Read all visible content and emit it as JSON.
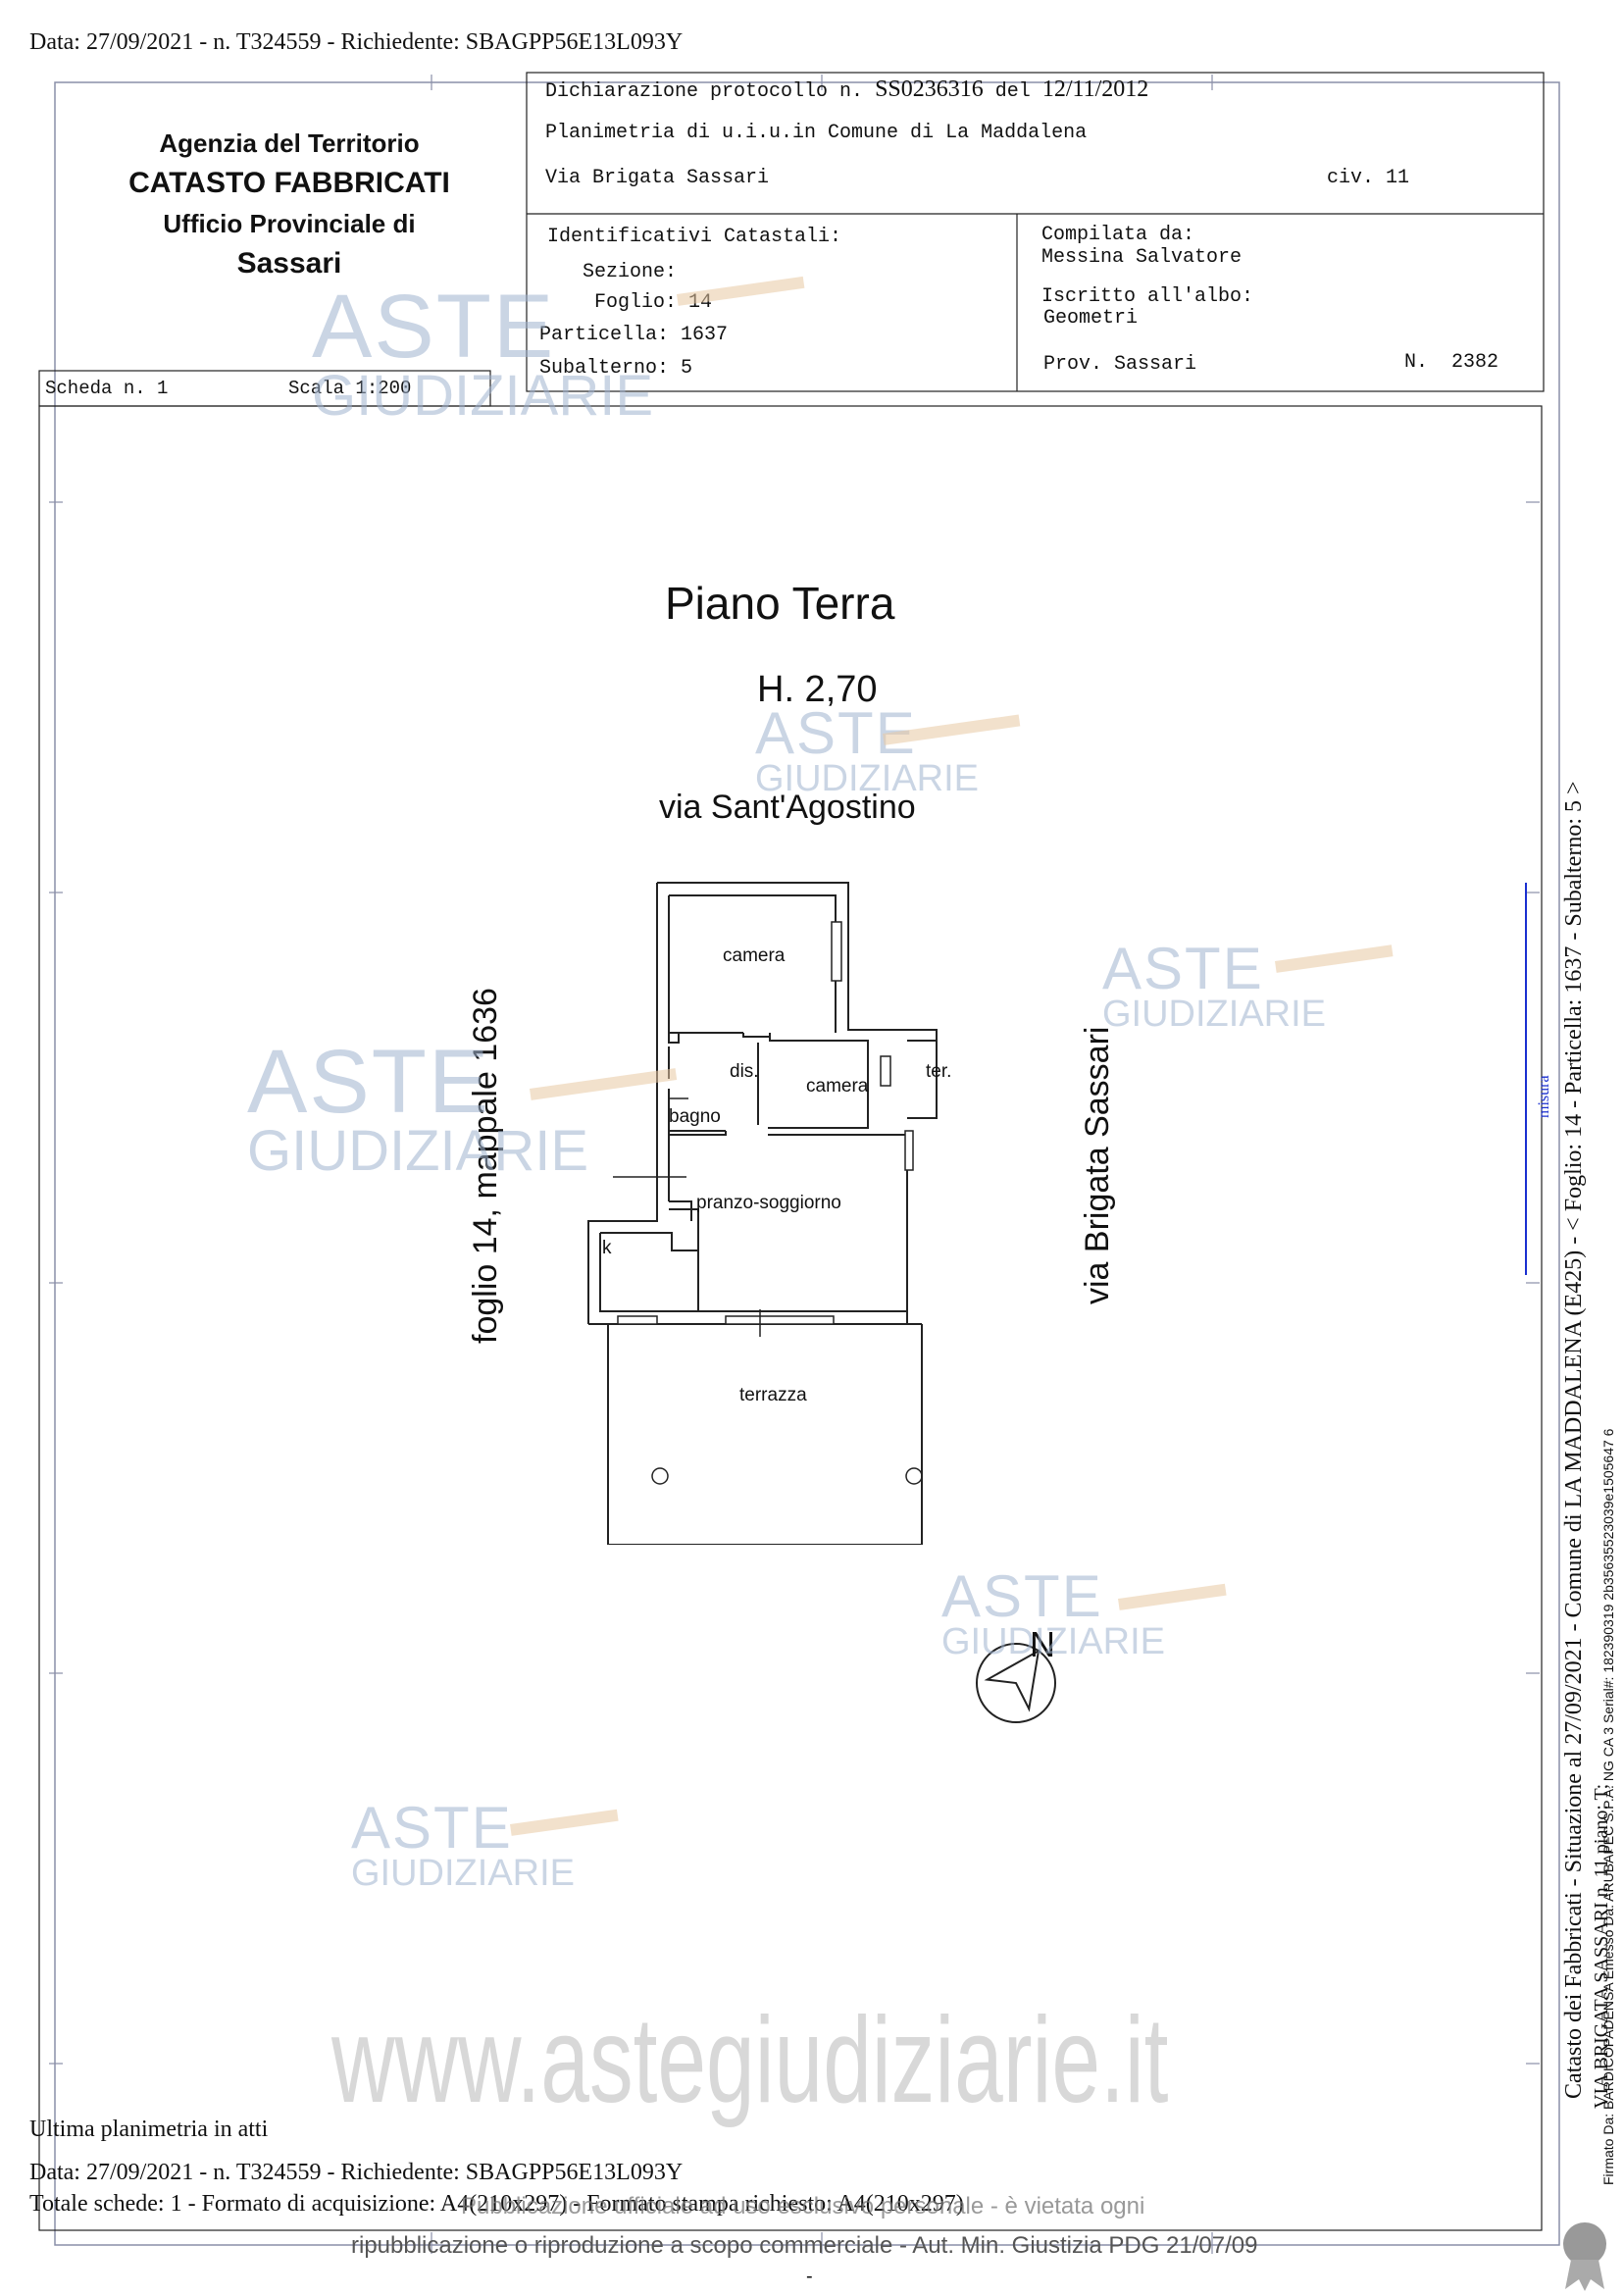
{
  "top_line": "Data: 27/09/2021 - n. T324559 - Richiedente: SBAGPP56E13L093Y",
  "agency": {
    "line1": "Agenzia del Territorio",
    "line2": "CATASTO FABBRICATI",
    "line3": "Ufficio Provinciale di",
    "line4": "Sassari"
  },
  "header": {
    "protocol_label": "Dichiarazione protocollo n.",
    "protocol_number": "SS0236316",
    "protocol_del": "del",
    "protocol_date": "12/11/2012",
    "planimetria": "Planimetria di u.i.u.in Comune di La Maddalena",
    "address": "Via Brigata Sassari",
    "civ": "civ. 11"
  },
  "identificativi": {
    "title": "Identificativi Catastali:",
    "sezione": "Sezione:",
    "foglio": "Foglio: 14",
    "particella": "Particella: 1637",
    "subalterno": "Subalterno: 5"
  },
  "compilata": {
    "label": "Compilata da:",
    "name": "Messina Salvatore",
    "albo_label": "Iscritto all'albo:",
    "albo": "Geometri",
    "prov": "Prov. Sassari",
    "number": "N.  2382"
  },
  "scheda": {
    "label": "Scheda n. 1",
    "scala": "Scala 1:200"
  },
  "plan": {
    "title": "Piano Terra",
    "height": "H. 2,70",
    "street_top": "via Sant'Agostino",
    "street_right": "via Brigata Sassari",
    "left_label": "foglio 14, mappale 1636",
    "north": "N",
    "rooms": {
      "camera1": "camera",
      "dis": "dis.",
      "camera2": "camera",
      "ter": "ter.",
      "bagno": "bagno",
      "pranzo": "pranzo-soggiorno",
      "k": "k",
      "terrazza": "terrazza"
    }
  },
  "watermark": {
    "aste": "ASTE",
    "giudiziarie": "GIUDIZIARIE",
    "url": "www.astegiudiziarie.it"
  },
  "side_text": {
    "main": "Catasto dei Fabbricati - Situazione al 27/09/2021 - Comune di LA MADDALENA (E425) - < Foglio: 14 - Particella: 1637 - Subalterno: 5 >",
    "sub": "VIA BRIGATA SASSARI n. 11 piano: T;",
    "signed": "Firmato Da: BARDICOPADENSA Emesso Da: ARUBAPEC S.P.A. NG CA 3 Serial#: 182390319 2b35635523039e1505647 6",
    "blue": "misura"
  },
  "footer": {
    "ultima": "Ultima planimetria in atti",
    "data": "Data: 27/09/2021 - n. T324559 - Richiedente: SBAGPP56E13L093Y",
    "totale": "Totale schede: 1 - Formato di acquisizione: A4(210x297) - Formato stampa richiesto: A4(210x297)",
    "overlay": "Pubblicazione ufficiale ad uso esclusivo personale - è vietata ogni",
    "overlay2": "ripubblicazione o riproduzione a scopo commerciale - Aut. Min. Giustizia PDG 21/07/09",
    "dash": "-"
  }
}
